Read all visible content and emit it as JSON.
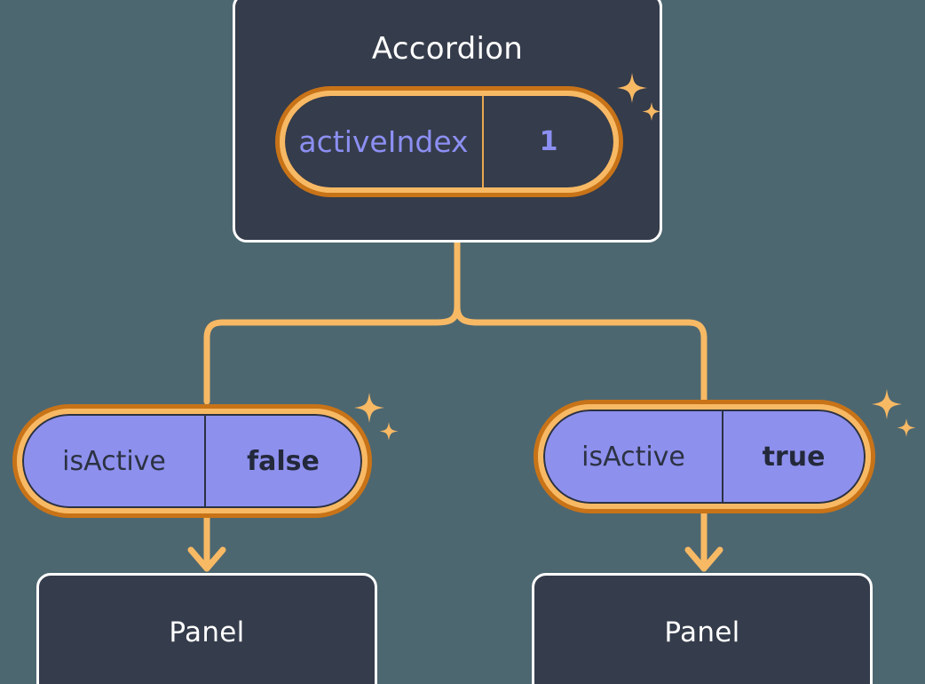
{
  "diagram": {
    "type": "component-state-tree",
    "background_color": "#4d6770",
    "accent_color": "#f8b964",
    "accent_dark_color": "#c87318",
    "card_color": "#353c4b",
    "pill_fill_color": "#8e90ee",
    "state_text_color": "#8c8ff2"
  },
  "root": {
    "title": "Accordion",
    "state": {
      "key": "activeIndex",
      "value": "1"
    }
  },
  "children": [
    {
      "state": {
        "key": "isActive",
        "value": "false"
      },
      "panel": {
        "title": "Panel"
      }
    },
    {
      "state": {
        "key": "isActive",
        "value": "true"
      },
      "panel": {
        "title": "Panel"
      }
    }
  ],
  "icons": {
    "sparkle_large": "sparkle-icon",
    "sparkle_small": "sparkle-small-icon",
    "arrow": "arrow-down-icon"
  }
}
